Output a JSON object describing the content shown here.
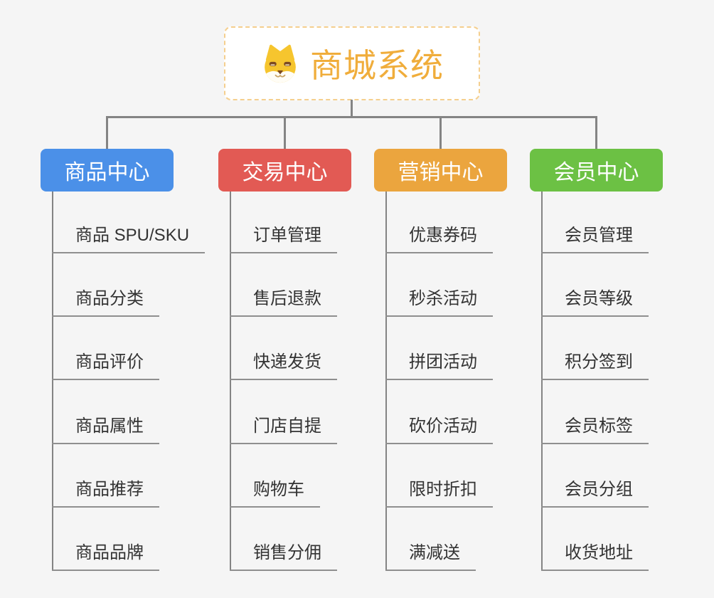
{
  "root": {
    "title": "商城系统",
    "icon": "dog-face-icon"
  },
  "branches": [
    {
      "label": "商品中心",
      "color": "#4b90e8",
      "items": [
        "商品 SPU/SKU",
        "商品分类",
        "商品评价",
        "商品属性",
        "商品推荐",
        "商品品牌"
      ]
    },
    {
      "label": "交易中心",
      "color": "#e25a54",
      "items": [
        "订单管理",
        "售后退款",
        "快递发货",
        "门店自提",
        "购物车",
        "销售分佣"
      ]
    },
    {
      "label": "营销中心",
      "color": "#eba53e",
      "items": [
        "优惠券码",
        "秒杀活动",
        "拼团活动",
        "砍价活动",
        "限时折扣",
        "满减送"
      ]
    },
    {
      "label": "会员中心",
      "color": "#6cc144",
      "items": [
        "会员管理",
        "会员等级",
        "积分签到",
        "会员标签",
        "会员分组",
        "收货地址"
      ]
    }
  ],
  "colors": {
    "background": "#f5f5f5",
    "connector": "#848484",
    "leaf_line": "#8f8f8f",
    "leaf_text": "#333333",
    "root_text": "#f0ad3b",
    "root_border": "#f5cf8e",
    "root_background": "#ffffff",
    "header_text": "#ffffff"
  }
}
